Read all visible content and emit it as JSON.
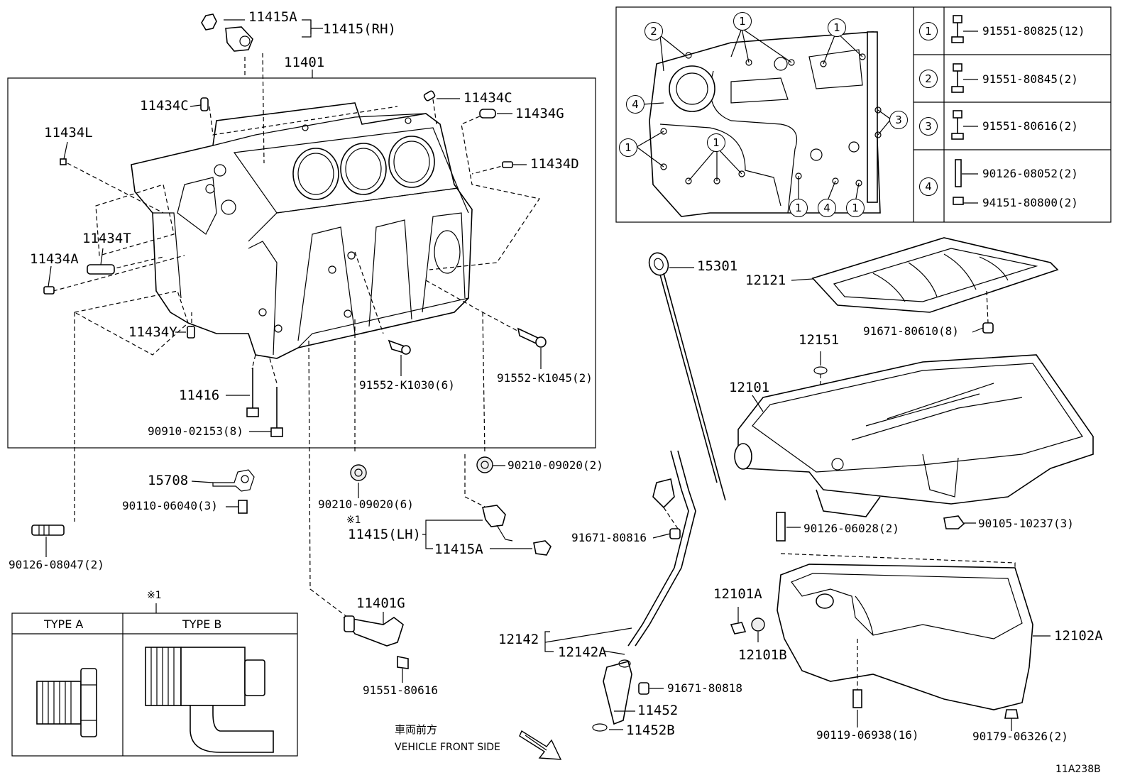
{
  "diagram": {
    "figure_code": "11A238B",
    "direction": {
      "jp": "車両前方",
      "en": "VEHICLE FRONT SIDE"
    },
    "note_mark": "※1",
    "type_box": {
      "header": "※1",
      "type_a": "TYPE A",
      "type_b": "TYPE B"
    },
    "labels": {
      "p11415A_top": "11415A",
      "p11415RH": "11415(RH)",
      "p11401": "11401",
      "p11434C_l": "11434C",
      "p11434C_r": "11434C",
      "p11434G": "11434G",
      "p11434L": "11434L",
      "p11434D": "11434D",
      "p11434T": "11434T",
      "p11434A": "11434A",
      "p11434Y": "11434Y",
      "p11416": "11416",
      "p90910": "90910-02153(8)",
      "p91552_1030": "91552-K1030(6)",
      "p91552_1045": "91552-K1045(2)",
      "p15708": "15708",
      "p90110": "90110-06040(3)",
      "p90210_6": "90210-09020(6)",
      "p90210_2": "90210-09020(2)",
      "p_note1": "※1",
      "p11415LH": "11415(LH)",
      "p11415A_bot": "11415A",
      "p90126_08047": "90126-08047(2)",
      "p11401G": "11401G",
      "p91551_80616b": "91551-80616",
      "p15301": "15301",
      "p12121": "12121",
      "p91671_80610": "91671-80610(8)",
      "p12151": "12151",
      "p12101": "12101",
      "p91671_80816": "91671-80816",
      "p90126_06028": "90126-06028(2)",
      "p90105": "90105-10237(3)",
      "p12101A": "12101A",
      "p12101B": "12101B",
      "p12102A": "12102A",
      "p12142": "12142",
      "p12142A": "12142A",
      "p91671_80818": "91671-80818",
      "p11452": "11452",
      "p11452B": "11452B",
      "p90119": "90119-06938(16)",
      "p90179": "90179-06326(2)"
    },
    "bolt_table": [
      {
        "ref": "1",
        "parts": [
          "91551-80825(12)"
        ]
      },
      {
        "ref": "2",
        "parts": [
          "91551-80845(2)"
        ]
      },
      {
        "ref": "3",
        "parts": [
          "91551-80616(2)"
        ]
      },
      {
        "ref": "4",
        "parts": [
          "90126-08052(2)",
          "94151-80800(2)"
        ]
      }
    ],
    "inset_callouts": [
      "2",
      "1",
      "1",
      "4",
      "1",
      "1",
      "3",
      "1",
      "4",
      "1"
    ]
  }
}
